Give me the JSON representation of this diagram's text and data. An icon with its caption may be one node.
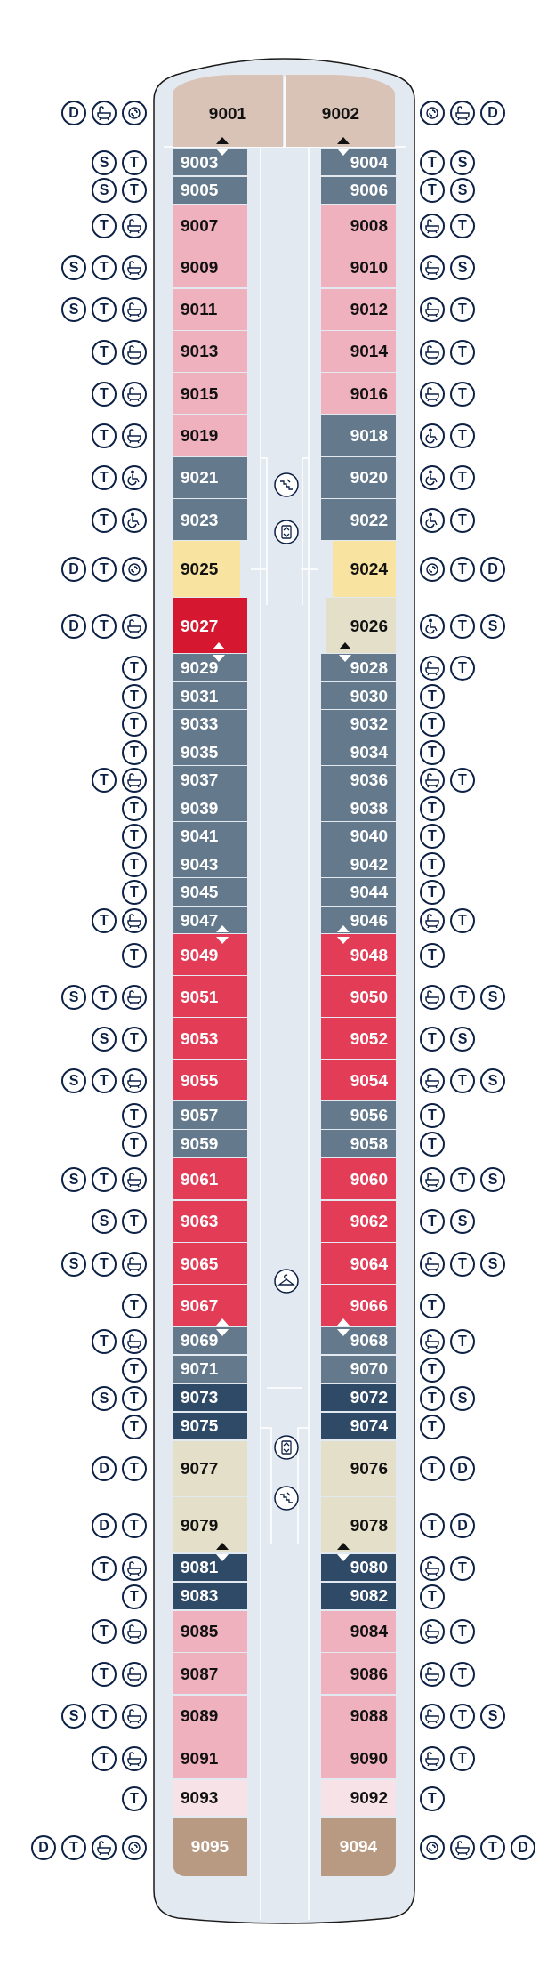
{
  "diagram": {
    "nodes": [
      {
        "text": [
          "9001"
        ]
      },
      {
        "text": [
          "9002"
        ]
      },
      {
        "text": [
          "9003"
        ]
      },
      {
        "text": [
          "9004"
        ]
      },
      {
        "text": [
          "9005"
        ]
      },
      {
        "text": [
          "9006"
        ]
      },
      {
        "text": [
          "9007"
        ]
      },
      {
        "text": [
          "9008"
        ]
      },
      {
        "text": [
          "9009"
        ]
      },
      {
        "text": [
          "9010"
        ]
      },
      {
        "text": [
          "9011"
        ]
      },
      {
        "text": [
          "9012"
        ]
      },
      {
        "text": [
          "9013"
        ]
      },
      {
        "text": [
          "9014"
        ]
      },
      {
        "text": [
          "9015"
        ]
      },
      {
        "text": [
          "9016"
        ]
      },
      {
        "text": [
          "9019"
        ]
      },
      {
        "text": [
          "9018"
        ]
      },
      {
        "text": [
          "9021"
        ]
      },
      {
        "text": [
          "9020"
        ]
      },
      {
        "text": [
          "9023"
        ]
      },
      {
        "text": [
          "9022"
        ]
      },
      {
        "text": [
          "9025"
        ]
      },
      {
        "text": [
          "9024"
        ]
      },
      {
        "text": [
          "9027"
        ]
      },
      {
        "text": [
          "9026"
        ]
      },
      {
        "text": [
          "9029"
        ]
      },
      {
        "text": [
          "9028"
        ]
      },
      {
        "text": [
          "9031"
        ]
      },
      {
        "text": [
          "9030"
        ]
      },
      {
        "text": [
          "9033"
        ]
      },
      {
        "text": [
          "9032"
        ]
      },
      {
        "text": [
          "9035"
        ]
      },
      {
        "text": [
          "9034"
        ]
      },
      {
        "text": [
          "9037"
        ]
      },
      {
        "text": [
          "9036"
        ]
      },
      {
        "text": [
          "9039"
        ]
      },
      {
        "text": [
          "9038"
        ]
      },
      {
        "text": [
          "9041"
        ]
      },
      {
        "text": [
          "9040"
        ]
      },
      {
        "text": [
          "9043"
        ]
      },
      {
        "text": [
          "9042"
        ]
      },
      {
        "text": [
          "9045"
        ]
      },
      {
        "text": [
          "9044"
        ]
      },
      {
        "text": [
          "9047"
        ]
      },
      {
        "text": [
          "9046"
        ]
      },
      {
        "text": [
          "9049"
        ]
      },
      {
        "text": [
          "9048"
        ]
      },
      {
        "text": [
          "9051"
        ]
      },
      {
        "text": [
          "9050"
        ]
      },
      {
        "text": [
          "9053"
        ]
      },
      {
        "text": [
          "9052"
        ]
      },
      {
        "text": [
          "9055"
        ]
      },
      {
        "text": [
          "9054"
        ]
      },
      {
        "text": [
          "9057"
        ]
      },
      {
        "text": [
          "9056"
        ]
      },
      {
        "text": [
          "9059"
        ]
      },
      {
        "text": [
          "9058"
        ]
      },
      {
        "text": [
          "9061"
        ]
      },
      {
        "text": [
          "9060"
        ]
      },
      {
        "text": [
          "9063"
        ]
      },
      {
        "text": [
          "9062"
        ]
      },
      {
        "text": [
          "9065"
        ]
      },
      {
        "text": [
          "9064"
        ]
      },
      {
        "text": [
          "9067"
        ]
      },
      {
        "text": [
          "9066"
        ]
      },
      {
        "text": [
          "9069"
        ]
      },
      {
        "text": [
          "9068"
        ]
      },
      {
        "text": [
          "9071"
        ]
      },
      {
        "text": [
          "9070"
        ]
      },
      {
        "text": [
          "9073"
        ]
      },
      {
        "text": [
          "9072"
        ]
      },
      {
        "text": [
          "9075"
        ]
      },
      {
        "text": [
          "9074"
        ]
      },
      {
        "text": [
          "9077"
        ]
      },
      {
        "text": [
          "9076"
        ]
      },
      {
        "text": [
          "9079"
        ]
      },
      {
        "text": [
          "9078"
        ]
      },
      {
        "text": [
          "9081"
        ]
      },
      {
        "text": [
          "9080"
        ]
      },
      {
        "text": [
          "9083"
        ]
      },
      {
        "text": [
          "9082"
        ]
      },
      {
        "text": [
          "9085"
        ]
      },
      {
        "text": [
          "9084"
        ]
      },
      {
        "text": [
          "9087"
        ]
      },
      {
        "text": [
          "9086"
        ]
      },
      {
        "text": [
          "9089"
        ]
      },
      {
        "text": [
          "9088"
        ]
      },
      {
        "text": [
          "9091"
        ]
      },
      {
        "text": [
          "9090"
        ]
      },
      {
        "text": [
          "9093"
        ]
      },
      {
        "text": [
          "9092"
        ]
      },
      {
        "text": [
          "9095"
        ]
      },
      {
        "text": [
          "9094"
        ]
      }
    ],
    "labels": [
      "D",
      "D",
      "S",
      "T",
      "T",
      "S",
      "S",
      "T",
      "T",
      "S",
      "T",
      "T",
      "S",
      "T",
      "S",
      "S",
      "T",
      "T",
      "T",
      "T",
      "T",
      "T",
      "T",
      "T",
      "T",
      "T",
      "T",
      "T",
      "D",
      "T",
      "T",
      "D",
      "D",
      "T",
      "T",
      "S",
      "T",
      "T",
      "T",
      "T",
      "T",
      "T",
      "T",
      "T",
      "T",
      "T",
      "T",
      "T",
      "T",
      "T",
      "T",
      "T",
      "T",
      "T",
      "T",
      "T",
      "T",
      "T",
      "S",
      "T",
      "T",
      "S",
      "S",
      "T",
      "T",
      "S",
      "S",
      "T",
      "T",
      "S",
      "T",
      "T",
      "T",
      "T",
      "S",
      "T",
      "T",
      "S",
      "S",
      "T",
      "T",
      "S",
      "S",
      "T",
      "T",
      "S",
      "T",
      "T",
      "T",
      "T",
      "T",
      "T",
      "S",
      "T",
      "T",
      "S",
      "T",
      "T",
      "D",
      "T",
      "T",
      "D",
      "D",
      "T",
      "T",
      "D",
      "T",
      "T",
      "T",
      "T",
      "T",
      "T",
      "T",
      "T",
      "S",
      "T",
      "T",
      "S",
      "T",
      "T",
      "T",
      "T",
      "D",
      "T",
      "T",
      "D"
    ]
  }
}
